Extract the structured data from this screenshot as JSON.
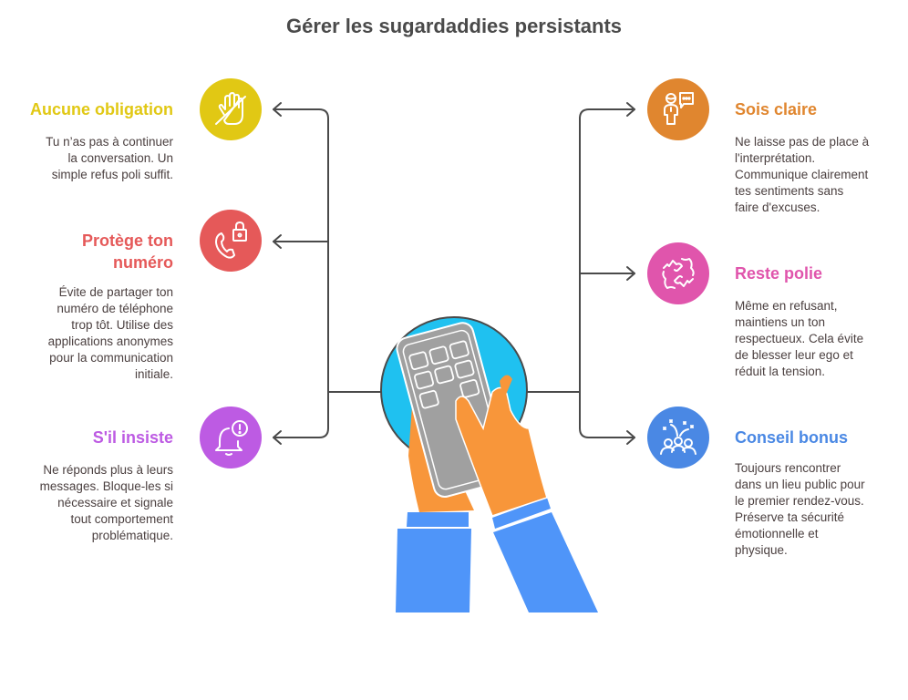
{
  "title": "Gérer les sugardaddies persistants",
  "colors": {
    "connector": "#4a4a4a",
    "title": "#4a4a4a",
    "description": "#4b4040",
    "center_circle": "#1fc1f0",
    "phone": "#a0a0a0",
    "hand": "#f8963a",
    "sleeve": "#4f95f9"
  },
  "left_items": [
    {
      "heading": "Aucune obligation",
      "description_lines": [
        "Tu n’as pas à continuer",
        "la conversation. Un",
        "simple refus poli suffit."
      ],
      "color": "#e1c814",
      "icon": "hand-stop-slash-icon"
    },
    {
      "heading_lines": [
        "Protège ton",
        "numéro"
      ],
      "description_lines": [
        "Évite de partager ton",
        "numéro de téléphone",
        "trop tôt. Utilise des",
        "applications anonymes",
        "pour la communication",
        "initiale."
      ],
      "color": "#e55959",
      "icon": "phone-lock-icon"
    },
    {
      "heading": "S'il insiste",
      "description_lines": [
        "Ne réponds plus à leurs",
        "messages. Bloque-les si",
        "nécessaire et signale",
        "tout comportement",
        "problématique."
      ],
      "color": "#bd5be3",
      "icon": "bell-alert-icon"
    }
  ],
  "right_items": [
    {
      "heading": "Sois claire",
      "description_lines": [
        "Ne laisse pas de place à",
        "l'interprétation.",
        "Communique clairement",
        "tes sentiments sans",
        "faire d'excuses."
      ],
      "color": "#e0862f",
      "icon": "person-speech-icon"
    },
    {
      "heading": "Reste polie",
      "description_lines": [
        "Même en refusant,",
        "maintiens un ton",
        "respectueux. Cela évite",
        "de blesser leur ego et",
        "réduit la tension."
      ],
      "color": "#e055ac",
      "icon": "handshake-icon"
    },
    {
      "heading": "Conseil bonus",
      "description_lines": [
        "Toujours rencontrer",
        "dans un lieu public pour",
        "le premier rendez-vous.",
        "Préserve ta sécurité",
        "émotionnelle et",
        "physique."
      ],
      "color": "#4a88e4",
      "icon": "group-celebration-icon"
    }
  ]
}
